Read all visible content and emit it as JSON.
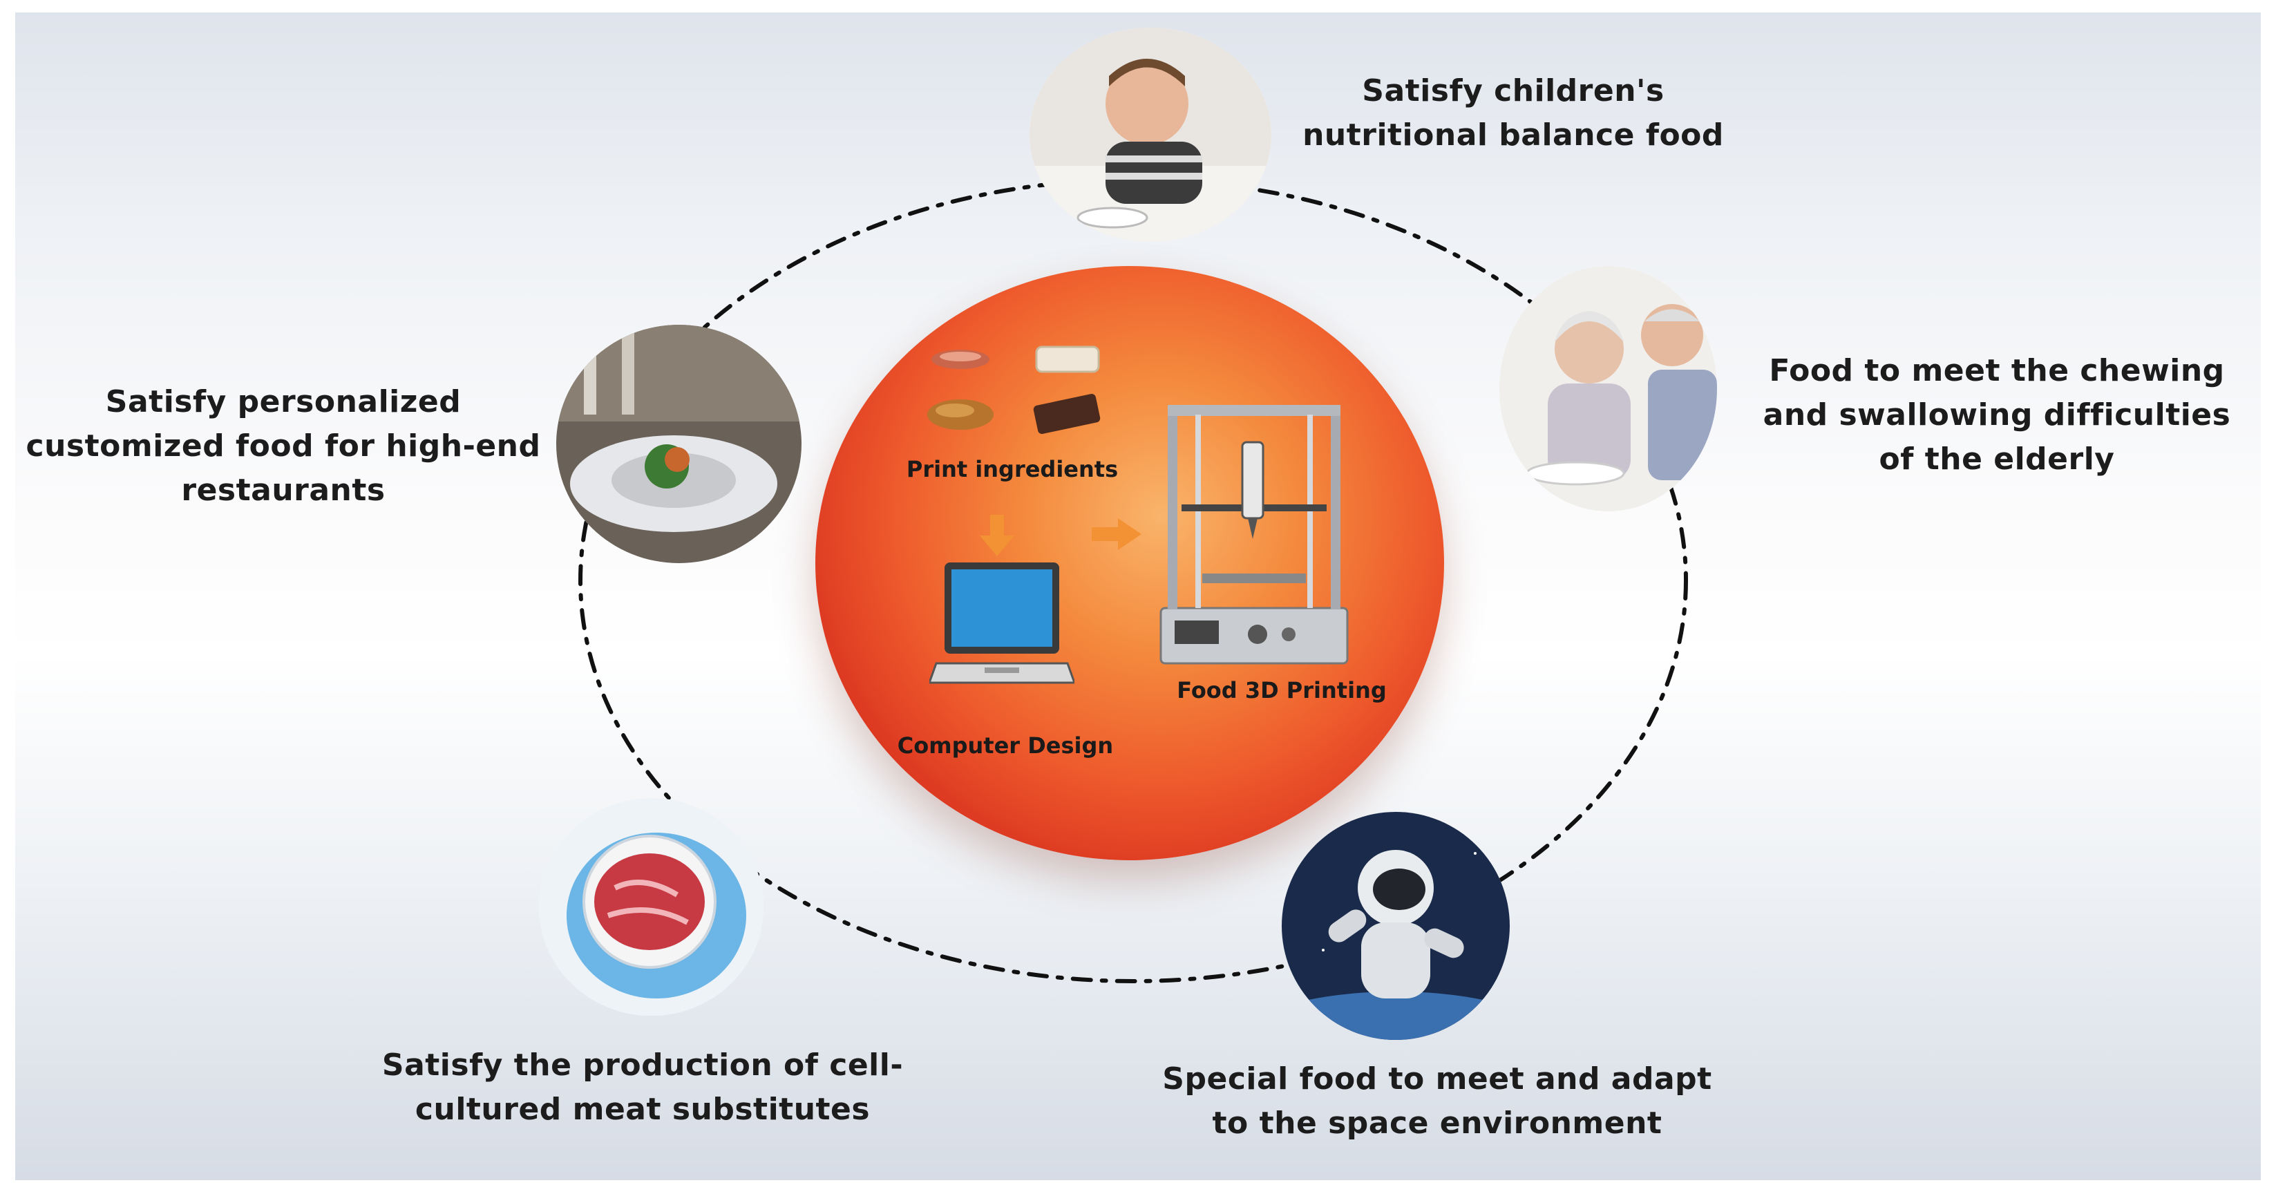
{
  "labels": {
    "children": "Satisfy children's nutritional balance food",
    "elderly": "Food to meet the chewing and swallowing difficulties of the elderly",
    "restaurants": "Satisfy personalized customized food for high-end restaurants",
    "cell_cultured": "Satisfy the production of cell-cultured meat substitutes",
    "space": "Special food to meet and adapt to the space environment"
  },
  "center": {
    "ingredients": "Print ingredients",
    "computer": "Computer Design",
    "printer": "Food 3D Printing"
  },
  "colors": {
    "sphere_center": "#f9b46b",
    "sphere_edge": "#b2201a",
    "arrow": "#f39234",
    "laptop_screen": "#2e93d6"
  },
  "icons": [
    "child-photo",
    "elderly-photo",
    "restaurant-photo",
    "cultured-meat-photo",
    "astronaut-photo",
    "laptop-icon",
    "3d-printer-icon",
    "ingredients-icon"
  ]
}
